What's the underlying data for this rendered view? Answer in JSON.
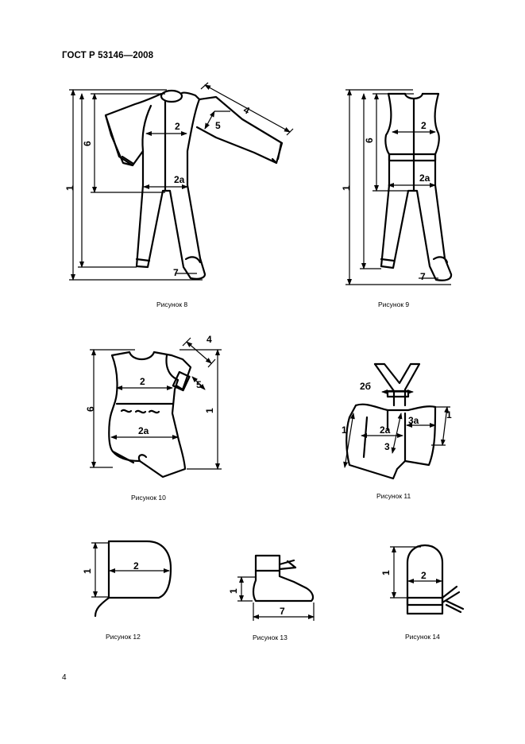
{
  "header": {
    "title": "ГОСТ Р 53146—2008"
  },
  "figures": {
    "fig8": {
      "caption": "Рисунок 8",
      "labels": {
        "l1": "1",
        "l6": "6",
        "l2": "2",
        "l2a": "2а",
        "l4": "4",
        "l5": "5",
        "l7": "7"
      }
    },
    "fig9": {
      "caption": "Рисунок 9",
      "labels": {
        "l1": "1",
        "l6": "6",
        "l2": "2",
        "l2a": "2а",
        "l7": "7"
      }
    },
    "fig10": {
      "caption": "Рисунок 10",
      "labels": {
        "l6": "6",
        "l1": "1",
        "l2": "2",
        "l2a": "2а",
        "l4": "4",
        "l5": "5"
      }
    },
    "fig11": {
      "caption": "Рисунок 11",
      "labels": {
        "l2b": "2б",
        "l2a": "2а",
        "l3a": "3а",
        "l3": "3",
        "l1left": "1",
        "l1right": "1"
      }
    },
    "fig12": {
      "caption": "Рисунок 12",
      "labels": {
        "l1": "1",
        "l2": "2"
      }
    },
    "fig13": {
      "caption": "Рисунок 13",
      "labels": {
        "l1": "1",
        "l7": "7"
      }
    },
    "fig14": {
      "caption": "Рисунок 14",
      "labels": {
        "l1": "1",
        "l2": "2"
      }
    }
  },
  "footer": {
    "page_number": "4"
  }
}
